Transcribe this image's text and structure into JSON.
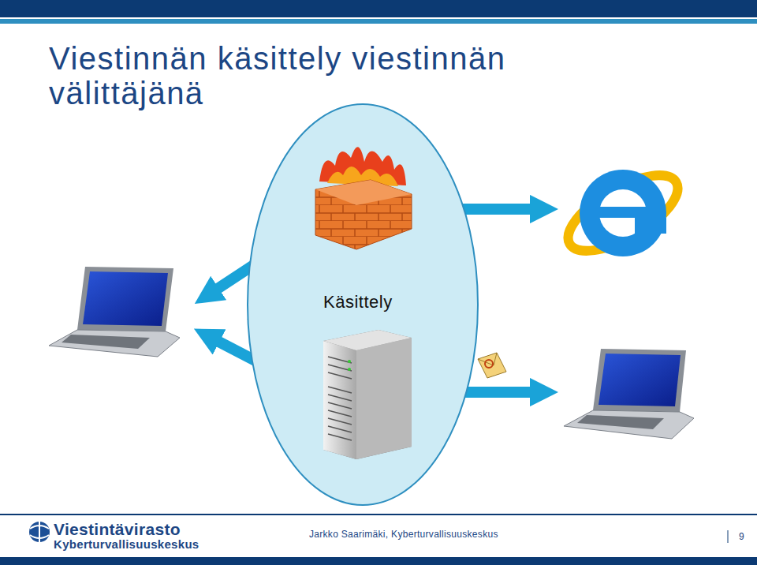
{
  "diagram": {
    "title": "Viestinnän käsittely viestinnän välittäjänä",
    "nodes": [
      {
        "text": [
          "Käsittely"
        ]
      }
    ],
    "labels": [
      "Viestintävirasto",
      "Kyberturvallisuuskeskus",
      "Jarkko Saarimäki, Kyberturvallisuuskeskus",
      "9"
    ]
  }
}
